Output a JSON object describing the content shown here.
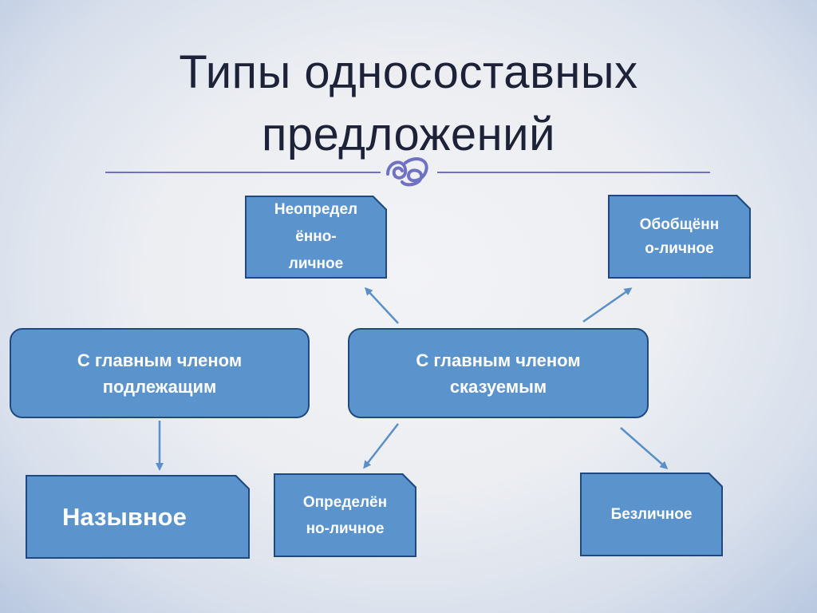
{
  "title": "Типы односоставных\nпредложений",
  "ornament": "ornament-swirl-icon",
  "colors": {
    "box_fill": "#5b94cc",
    "box_border": "#1f4a80",
    "arrow": "#5b8fc8",
    "divider": "#6f72c2"
  },
  "nodes": {
    "subject": "С главным членом\nподлежащим",
    "predicate": "С главным членом\nсказуемым",
    "indefinite": "Неопредел\nённо-\nличное",
    "generalized": "Обобщённ\nо-личное",
    "nominative": "Назывное",
    "definite": "Определён\nно-личное",
    "impersonal": "Безличное"
  }
}
